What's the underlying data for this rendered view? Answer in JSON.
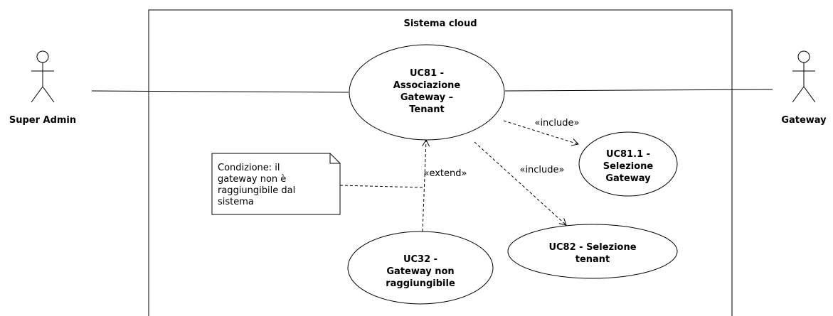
{
  "system": {
    "title": "Sistema cloud"
  },
  "actors": {
    "left": {
      "label": "Super Admin"
    },
    "right": {
      "label": "Gateway"
    }
  },
  "use_cases": {
    "uc81": {
      "lines": [
        "UC81 -",
        "Associazione",
        "Gateway –",
        "Tenant"
      ]
    },
    "uc81_1": {
      "lines": [
        "UC81.1 -",
        "Selezione",
        "Gateway"
      ]
    },
    "uc82": {
      "lines": [
        "UC82 - Selezione",
        "tenant"
      ]
    },
    "uc32": {
      "lines": [
        "UC32 -",
        "Gateway non",
        "raggiungibile"
      ]
    }
  },
  "relations": {
    "include_1": "«include»",
    "include_2": "«include»",
    "extend": "«extend»"
  },
  "note": {
    "lines": [
      "Condizione: il",
      "gateway non è",
      "raggiungibile dal",
      "sistema"
    ]
  },
  "colors": {
    "stroke": "#000000",
    "background": "#ffffff"
  }
}
